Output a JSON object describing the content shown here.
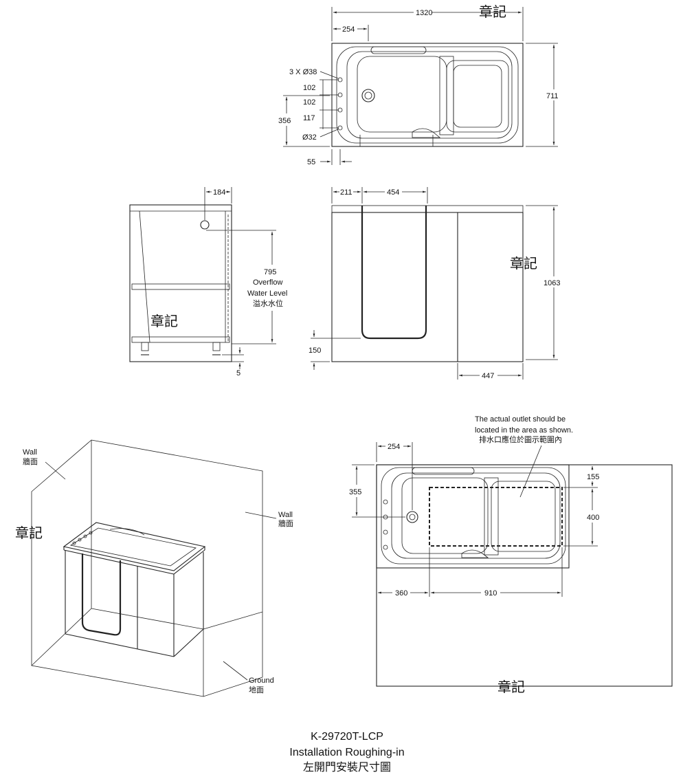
{
  "top_view": {
    "dim_overall_length": "1320",
    "dim_drain_offset": "254",
    "dim_width": "711",
    "label_holes": "3 X Ø38",
    "dim_102_a": "102",
    "dim_102_b": "102",
    "dim_117": "117",
    "dim_356": "356",
    "label_drain": "Ø32",
    "dim_55": "55"
  },
  "side_view": {
    "dim_184": "184",
    "overflow_value": "795",
    "overflow_line1": "Overflow",
    "overflow_line2": "Water Level",
    "overflow_cjk": "溢水水位",
    "dim_5": "5"
  },
  "front_view": {
    "dim_211": "211",
    "dim_454": "454",
    "dim_1063": "1063",
    "dim_150": "150",
    "dim_447": "447"
  },
  "iso_view": {
    "wall_left_en": "Wall",
    "wall_left_cjk": "牆面",
    "wall_right_en": "Wall",
    "wall_right_cjk": "牆面",
    "ground_en": "Ground",
    "ground_cjk": "地面"
  },
  "outlet_view": {
    "note_line1": "The actual outlet should be",
    "note_line2": "located in the area as shown.",
    "note_cjk": "排水口應位於圖示範圍內",
    "dim_254": "254",
    "dim_355": "355",
    "dim_155": "155",
    "dim_400": "400",
    "dim_360": "360",
    "dim_910": "910"
  },
  "watermark": "章記",
  "title": {
    "model": "K-29720T-LCP",
    "subtitle": "Installation Roughing-in",
    "subtitle_cjk": "左開門安裝尺寸圖"
  }
}
